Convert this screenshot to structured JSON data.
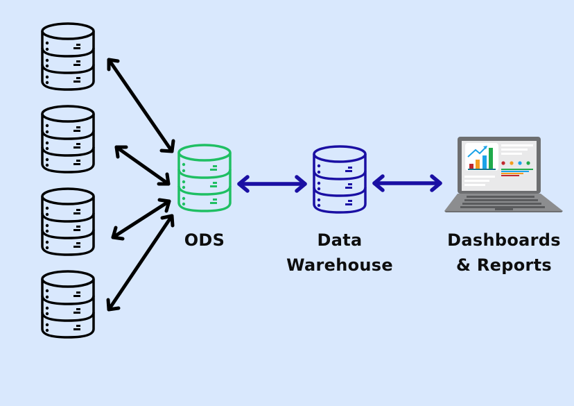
{
  "diagram": {
    "title": "Data flow: sources to ODS to Data Warehouse to Dashboards & Reports",
    "background_color": "#d9e8fd",
    "nodes": [
      {
        "id": "source-1",
        "type": "database",
        "label": "",
        "color": "#000000"
      },
      {
        "id": "source-2",
        "type": "database",
        "label": "",
        "color": "#000000"
      },
      {
        "id": "source-3",
        "type": "database",
        "label": "",
        "color": "#000000"
      },
      {
        "id": "source-4",
        "type": "database",
        "label": "",
        "color": "#000000"
      },
      {
        "id": "ods",
        "type": "database",
        "label": "ODS",
        "color": "#1fbf63"
      },
      {
        "id": "data-warehouse",
        "type": "database",
        "label_line1": "Data",
        "label_line2": "Warehouse",
        "color": "#1a0fa3"
      },
      {
        "id": "dashboards",
        "type": "laptop",
        "label_line1": "Dashboards",
        "label_line2": "& Reports"
      }
    ],
    "edges": [
      {
        "from": "source-1",
        "to": "ods",
        "direction": "bidirectional",
        "color": "#000000"
      },
      {
        "from": "source-2",
        "to": "ods",
        "direction": "bidirectional",
        "color": "#000000"
      },
      {
        "from": "source-3",
        "to": "ods",
        "direction": "bidirectional",
        "color": "#000000"
      },
      {
        "from": "source-4",
        "to": "ods",
        "direction": "bidirectional",
        "color": "#000000"
      },
      {
        "from": "ods",
        "to": "data-warehouse",
        "direction": "bidirectional",
        "color": "#1a0fa3"
      },
      {
        "from": "data-warehouse",
        "to": "dashboards",
        "direction": "bidirectional",
        "color": "#1a0fa3"
      }
    ],
    "laptop_screen": {
      "dot_colors": [
        "#c0272d",
        "#f39c1f",
        "#1aa3e8",
        "#1faa4b"
      ],
      "bar_colors": [
        "#c0272d",
        "#f39c1f",
        "#1aa3e8",
        "#1faa4b"
      ],
      "line_colors": [
        "#1faa4b",
        "#1aa3e8",
        "#f39c1f",
        "#c0272d"
      ]
    }
  },
  "labels": {
    "ods": "ODS",
    "dw_line1": "Data",
    "dw_line2": "Warehouse",
    "dash_line1": "Dashboards",
    "dash_line2": "& Reports"
  }
}
